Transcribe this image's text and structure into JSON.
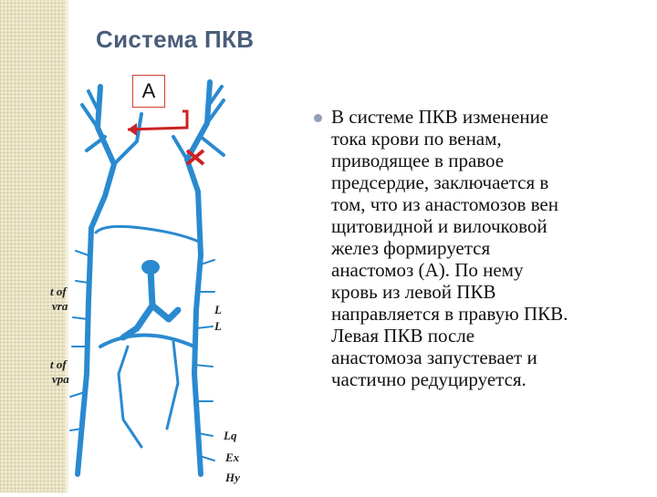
{
  "slide": {
    "title": "Система ПКВ",
    "body": "В системе ПКВ изменение\nтока крови по венам,\nприводящее в правое\nпредсердие, заключается в\nтом, что из анастомозов вен\nщитовидной и вилочковой\nжелез формируется\nанастомоз (А). По нему\nкровь из левой ПКВ\nнаправляется в правую ПКВ.\nЛевая ПКВ после\nанастомоза запустевает и\nчастично редуцируется."
  },
  "diagram": {
    "anastomosis_label": "А",
    "left_labels": [
      "t of",
      "vra",
      "t of",
      "vpa"
    ],
    "right_labels": [
      "L",
      "L",
      "Lq",
      "Ex",
      "Hy"
    ]
  },
  "colors": {
    "vein": "#2a8ad0",
    "arrow": "#cc2222",
    "title": "#4a5d7a",
    "strip": "#efe9cf"
  }
}
